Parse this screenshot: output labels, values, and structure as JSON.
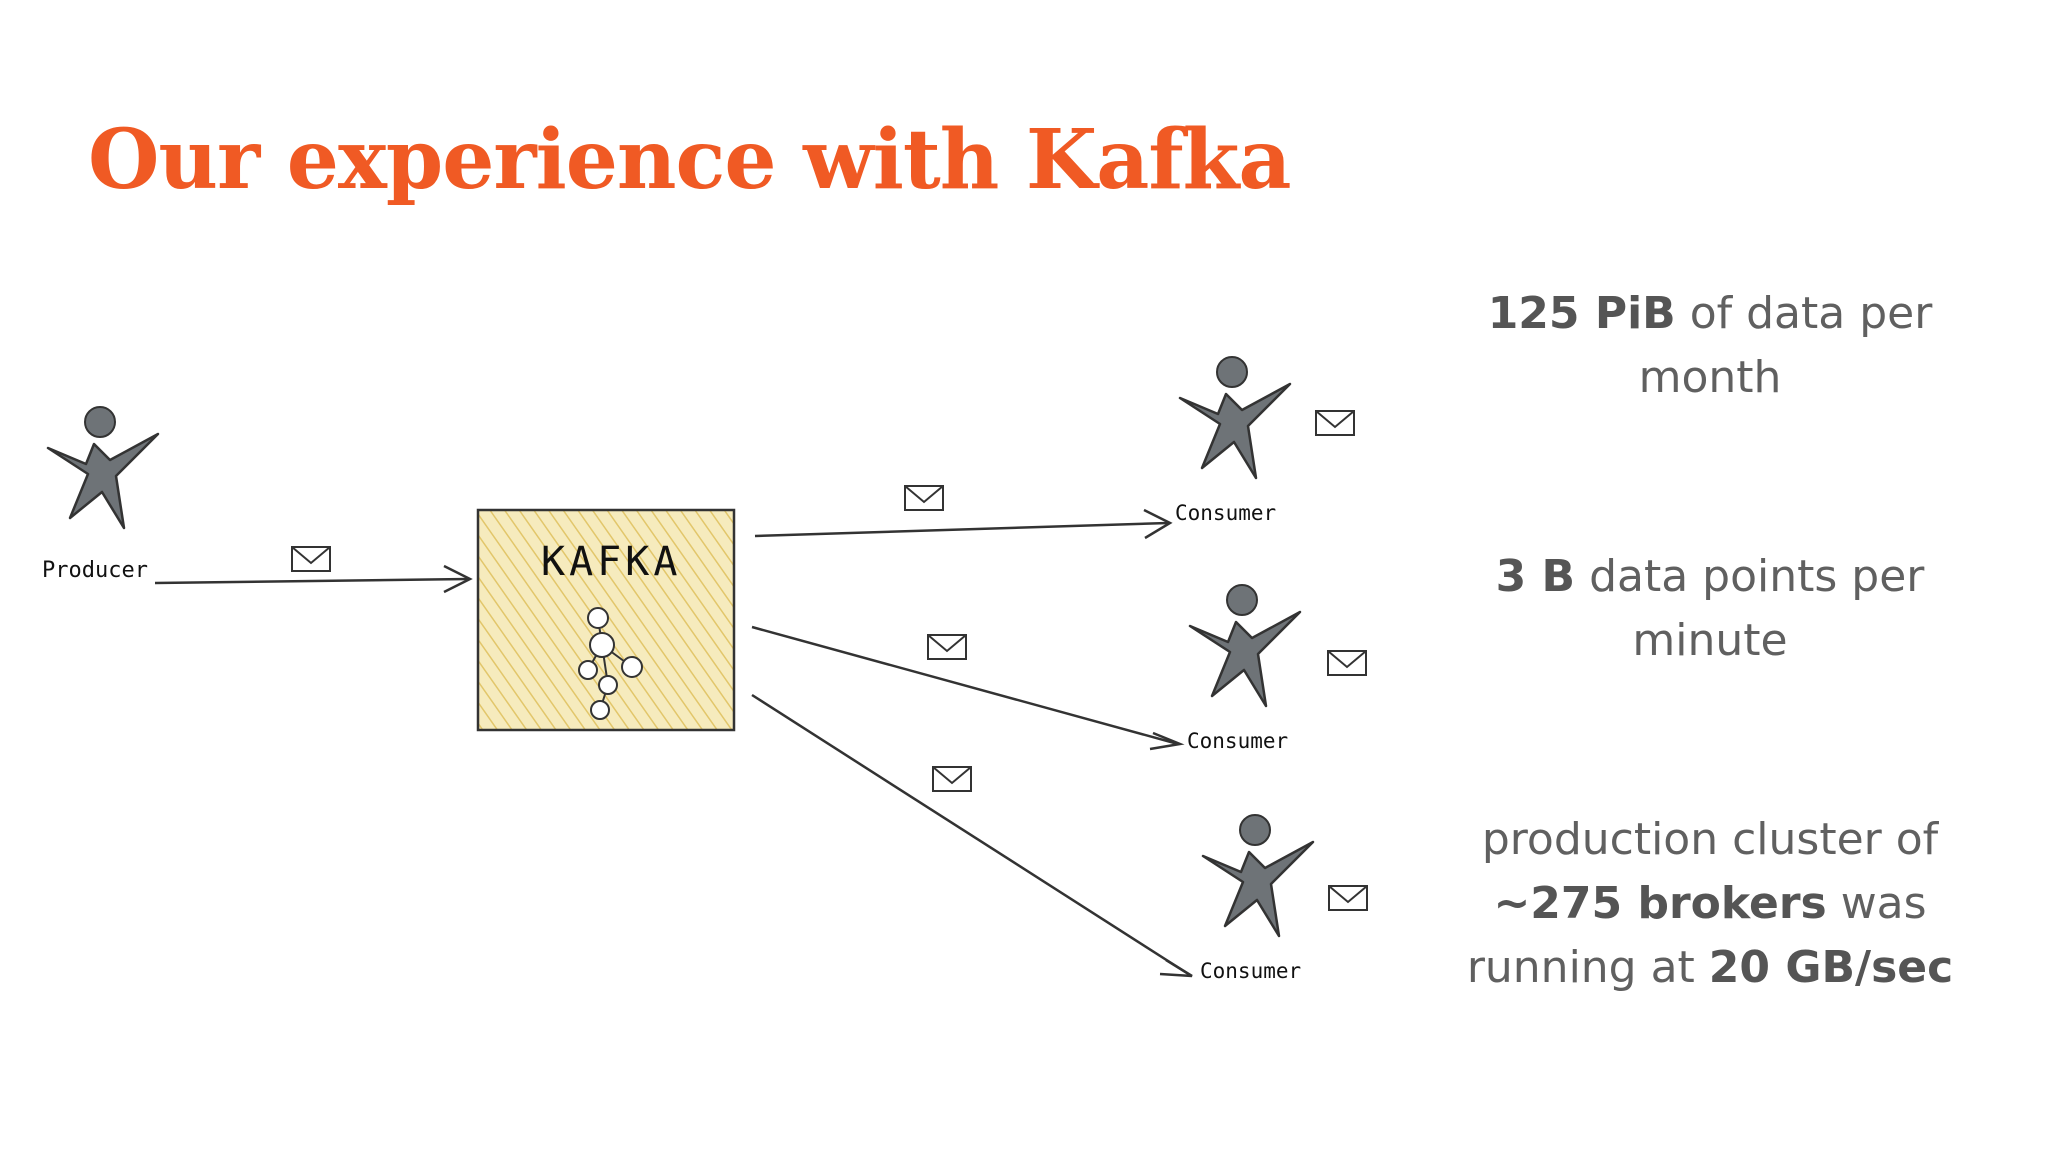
{
  "slide": {
    "title": "Our experience with Kafka"
  },
  "diagram": {
    "producer_label": "Producer",
    "broker_label": "KAFKA",
    "consumer_labels": [
      "Consumer",
      "Consumer",
      "Consumer"
    ]
  },
  "stats": [
    {
      "bold": "125 PiB",
      "text": " of data per month"
    },
    {
      "bold": "3 B",
      "text": " data points per minute"
    },
    {
      "pre": "production cluster of ",
      "bold": "~275 brokers",
      "mid": " was running at ",
      "bold2": "20 GB/sec"
    }
  ],
  "colors": {
    "title": "#f05a24",
    "person": "#6e7377",
    "broker_fill": "#f3e4a6",
    "stat_text": "#606060"
  },
  "icons": {
    "person": "person-icon",
    "envelope": "envelope-icon",
    "cluster": "kafka-cluster-icon"
  }
}
